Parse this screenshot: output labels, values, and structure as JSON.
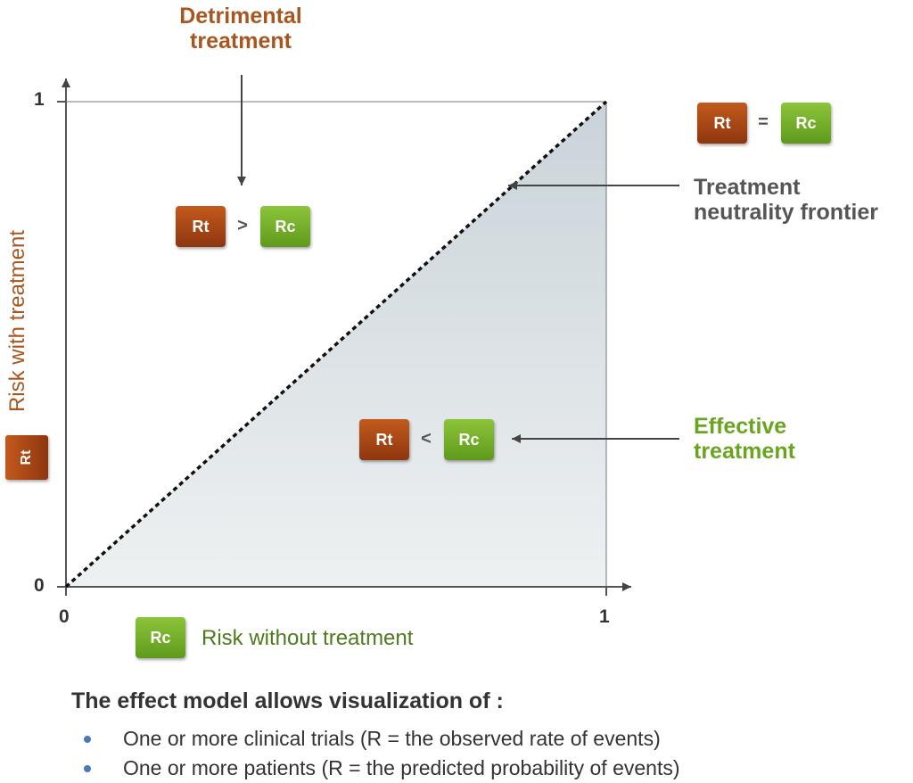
{
  "chart_data": {
    "type": "line",
    "xlabel": "Risk without treatment",
    "ylabel": "Risk with treatment",
    "xlim": [
      0,
      1
    ],
    "ylim": [
      0,
      1
    ],
    "x_ticks": [
      "0",
      "1"
    ],
    "y_ticks": [
      "0",
      "1"
    ],
    "series": [
      {
        "name": "Treatment neutrality frontier",
        "x": [
          0,
          1
        ],
        "y": [
          0,
          1
        ],
        "style": "dotted"
      }
    ],
    "shaded_region": "below diagonal",
    "annotations": [
      {
        "text": "Detrimental treatment",
        "color": "#a7561f"
      },
      {
        "text": "Treatment neutrality frontier",
        "color": "#555555"
      },
      {
        "text": "Effective treatment",
        "color": "#6aa520"
      }
    ]
  },
  "labels": {
    "detrimental_line1": "Detrimental",
    "detrimental_line2": "treatment",
    "neutrality_line1": "Treatment",
    "neutrality_line2": "neutrality frontier",
    "effective_line1": "Effective",
    "effective_line2": "treatment",
    "x_axis": "Risk without treatment",
    "y_axis": "Risk with treatment",
    "x_tick_0": "0",
    "x_tick_1": "1",
    "y_tick_0": "0",
    "y_tick_1": "1"
  },
  "badges": {
    "rt": "Rt",
    "rc": "Rc",
    "greater": ">",
    "less": "<",
    "equal": "="
  },
  "footer": {
    "title": "The effect model allows visualization of :",
    "bullets": [
      "One or more clinical trials (R = the observed rate of events)",
      "One or more patients (R = the predicted probability of events)"
    ]
  },
  "colors": {
    "rt": "#a9471a",
    "rc": "#76b02c",
    "detrimental": "#a7561f",
    "effective": "#6aa520",
    "neutral_text": "#555555"
  }
}
